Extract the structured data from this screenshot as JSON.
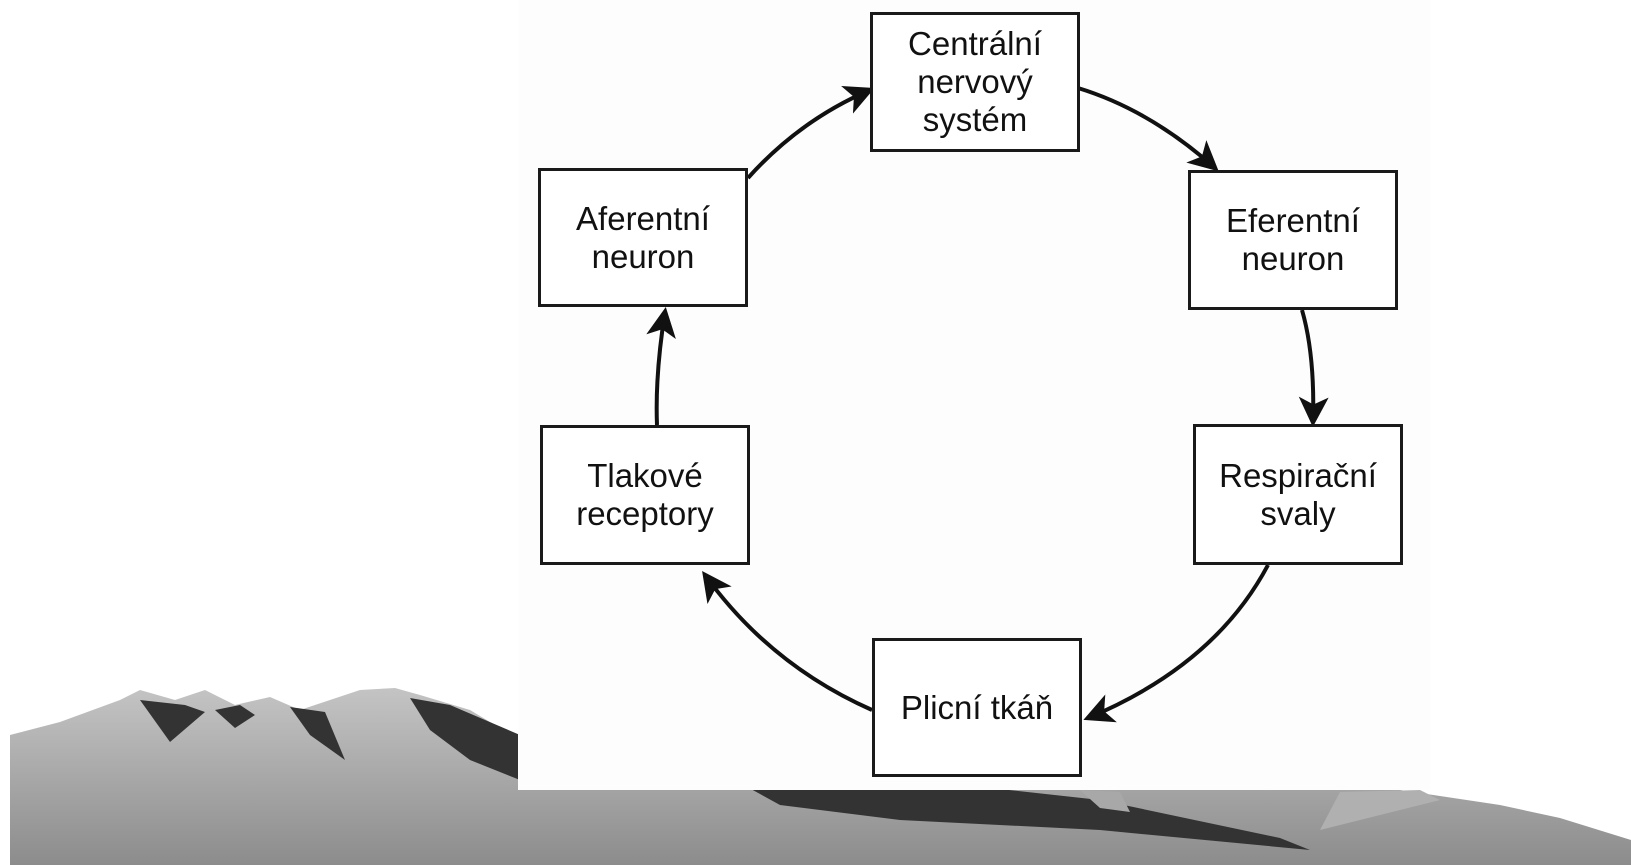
{
  "diagram": {
    "nodes": [
      {
        "id": "cns",
        "label": "Centrální\nnervový\nsystém"
      },
      {
        "id": "efferent",
        "label": "Eferentní\nneuron"
      },
      {
        "id": "muscles",
        "label": "Respirační\nsvaly"
      },
      {
        "id": "lung",
        "label": "Plicní tkáň"
      },
      {
        "id": "receptors",
        "label": "Tlakové\nreceptory"
      },
      {
        "id": "afferent",
        "label": "Aferentní\nneuron"
      }
    ],
    "edges": [
      {
        "from": "cns",
        "to": "efferent"
      },
      {
        "from": "efferent",
        "to": "muscles"
      },
      {
        "from": "muscles",
        "to": "lung"
      },
      {
        "from": "lung",
        "to": "receptors"
      },
      {
        "from": "receptors",
        "to": "afferent"
      },
      {
        "from": "afferent",
        "to": "cns"
      }
    ]
  }
}
